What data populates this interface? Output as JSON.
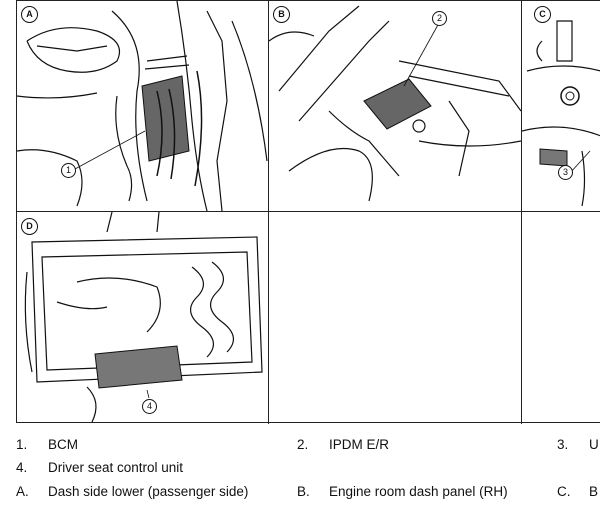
{
  "panels": [
    {
      "letter": "A",
      "callout": "1"
    },
    {
      "letter": "B",
      "callout": "2"
    },
    {
      "letter": "C",
      "callout": "3"
    },
    {
      "letter": "D",
      "callout": "4"
    }
  ],
  "legend": {
    "parts": [
      {
        "num": "1.",
        "text": "BCM"
      },
      {
        "num": "2.",
        "text": "IPDM E/R"
      },
      {
        "num": "3.",
        "text": "U"
      },
      {
        "num": "4.",
        "text": "Driver seat control unit"
      }
    ],
    "views": [
      {
        "num": "A.",
        "text": "Dash side lower (passenger side)"
      },
      {
        "num": "B.",
        "text": "Engine room dash panel (RH)"
      },
      {
        "num": "C.",
        "text": "B"
      }
    ]
  }
}
